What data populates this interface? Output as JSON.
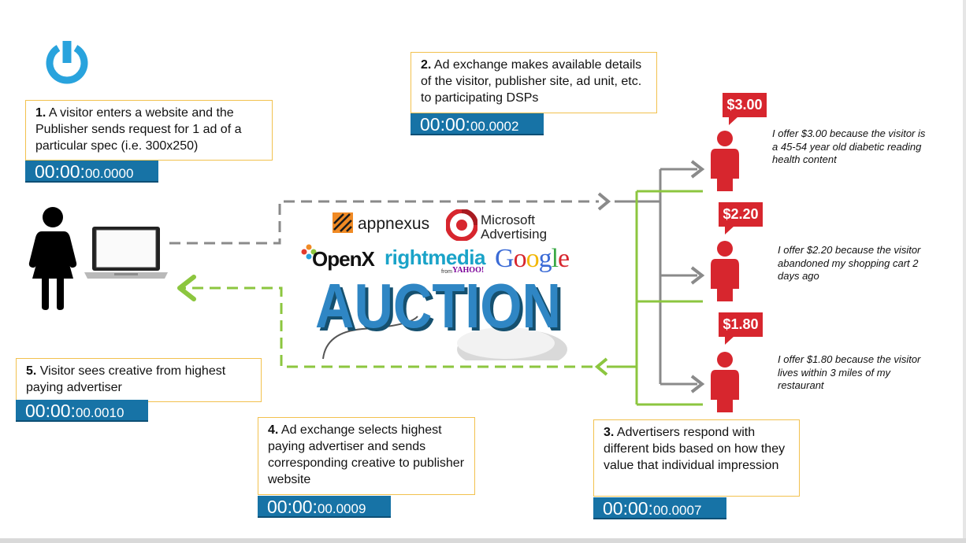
{
  "steps": [
    {
      "num": "1.",
      "text": "A visitor enters a website and the Publisher sends request for 1 ad of a particular spec (i.e. 300x250)",
      "timer_big": "00:00:",
      "timer_small": "00.0000"
    },
    {
      "num": "2.",
      "text": "Ad exchange makes available details of the visitor, publisher site, ad unit, etc. to participating DSPs",
      "timer_big": "00:00:",
      "timer_small": "00.0002"
    },
    {
      "num": "3.",
      "text": "Advertisers respond with different bids based on how they value that individual impression",
      "timer_big": "00:00:",
      "timer_small": "00.0007"
    },
    {
      "num": "4.",
      "text": "Ad exchange selects highest paying advertiser and sends corresponding creative to publisher website",
      "timer_big": "00:00:",
      "timer_small": "00.0009"
    },
    {
      "num": "5.",
      "text": "Visitor sees creative from highest paying advertiser",
      "timer_big": "00:00:",
      "timer_small": "00.0010"
    }
  ],
  "bidders": [
    {
      "price": "$3.00",
      "reason": "I offer $3.00 because the visitor is a 45-54 year old diabetic reading health content"
    },
    {
      "price": "$2.20",
      "reason": "I offer $2.20 because the visitor abandoned my shopping cart 2 days ago"
    },
    {
      "price": "$1.80",
      "reason": "I offer $1.80 because the visitor lives within 3 miles of my restaurant"
    }
  ],
  "auction": {
    "logos": {
      "appnexus": "appnexus",
      "microsoft_line1": "Microsoft",
      "microsoft_line2": "Advertising",
      "openx": "OpenX",
      "rightmedia": "rightmedia",
      "rightmedia_from": "from",
      "rightmedia_yahoo": "YAHOO!",
      "google": "Google"
    },
    "title": "AUCTION"
  },
  "colors": {
    "gray_arrow": "#8a8a8a",
    "green_arrow": "#8cc63f",
    "bidder_red": "#d7262e",
    "timer_blue": "#1773a6",
    "box_border": "#f2c14e",
    "logo_blue": "#29a3dd"
  },
  "icons": [
    "power-logo-icon",
    "visitor-person-icon",
    "laptop-icon",
    "advertiser-person-icon",
    "computer-mouse-icon"
  ]
}
